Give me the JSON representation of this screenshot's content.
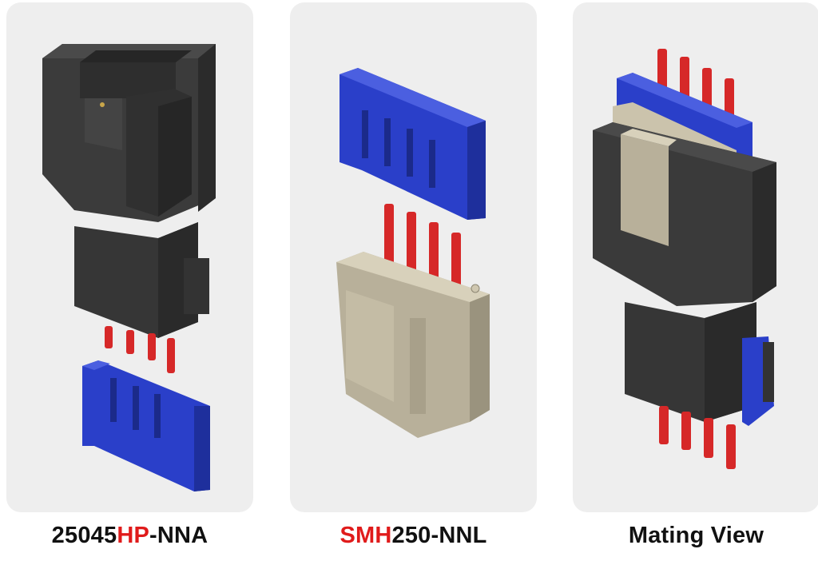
{
  "colors": {
    "panel_background": "#eeeeee",
    "housing_dark": "#3a3a3a",
    "retainer_blue": "#2a3fc9",
    "header_beige": "#b8b09a",
    "pin_red": "#d62828",
    "highlight_red": "#e01b1b",
    "caption_text": "#111111"
  },
  "panels": [
    {
      "caption_prefix": "25045",
      "caption_highlight": "HP",
      "caption_suffix": "-NNA"
    },
    {
      "caption_prefix": "",
      "caption_highlight": "SMH",
      "caption_suffix": "250-NNL"
    },
    {
      "caption_prefix": "Mating View",
      "caption_highlight": "",
      "caption_suffix": ""
    }
  ]
}
